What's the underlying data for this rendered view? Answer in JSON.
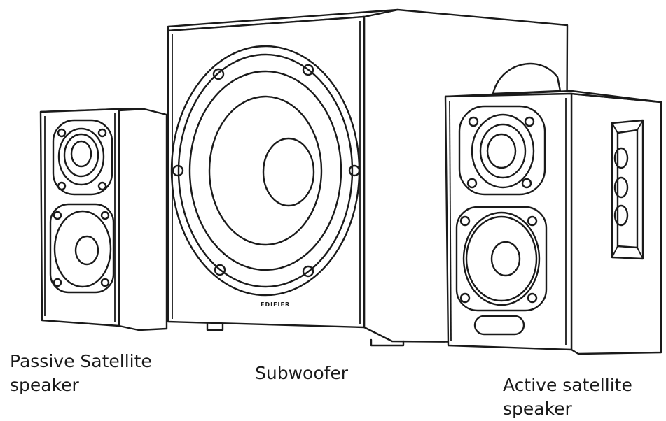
{
  "labels": {
    "passive_line1": "Passive Satellite",
    "passive_line2": "speaker",
    "subwoofer": "Subwoofer",
    "active_line1": "Active satellite",
    "active_line2": "speaker"
  },
  "brand_logo_text": "EDIFIER"
}
